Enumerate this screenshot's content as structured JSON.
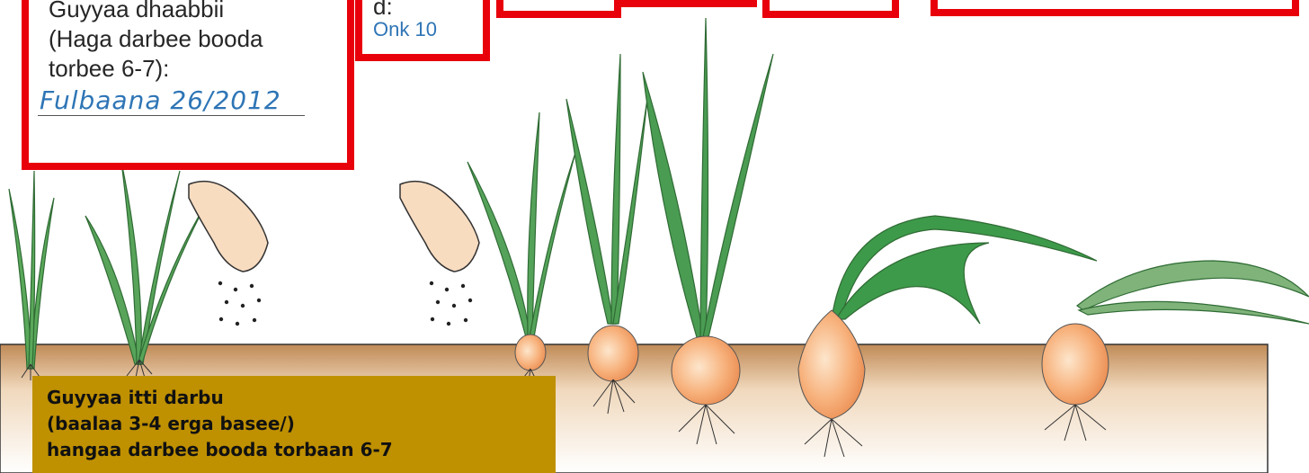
{
  "transplant_box": {
    "lines": [
      "Guyyaa dhaabbii",
      "(Haga darbee booda",
      "torbee 6-7):"
    ],
    "date": "Fulbaana 26/2012"
  },
  "onk_box": {
    "partial_line": "d:",
    "value": "Onk 10"
  },
  "gold_box": {
    "lines": [
      "Guyyaa  itti darbu",
      "(baalaa 3-4 erga basee/)",
      "hangaa darbee booda  torbaan  6-7"
    ]
  },
  "colors": {
    "box_border": "#e8000b",
    "date_text": "#2e75b6",
    "gold_fill": "#bf9000",
    "soil": "#b98553",
    "leaf": "#3d9a4a",
    "bulb": "#f4a26c"
  },
  "icons": [
    "seedling-icon",
    "hand-sowing-icon",
    "onion-bulb-icon",
    "roots-icon"
  ]
}
